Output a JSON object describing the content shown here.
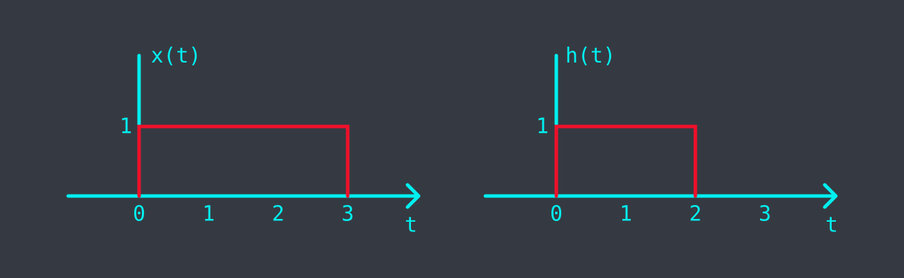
{
  "colors": {
    "background": "#353a42",
    "axis": "#00f0f0",
    "signal": "#f0102a"
  },
  "chart_data": [
    {
      "type": "line",
      "signal_label": "x(t)",
      "xlabel": "t",
      "x_ticks": [
        "0",
        "1",
        "2",
        "3"
      ],
      "y_ticks": [
        "1"
      ],
      "x": [
        0,
        0,
        3,
        3
      ],
      "y": [
        0,
        1,
        1,
        0
      ]
    },
    {
      "type": "line",
      "signal_label": "h(t)",
      "xlabel": "t",
      "x_ticks": [
        "0",
        "1",
        "2",
        "3"
      ],
      "y_ticks": [
        "1"
      ],
      "x": [
        0,
        0,
        2,
        2
      ],
      "y": [
        0,
        1,
        1,
        0
      ]
    }
  ]
}
